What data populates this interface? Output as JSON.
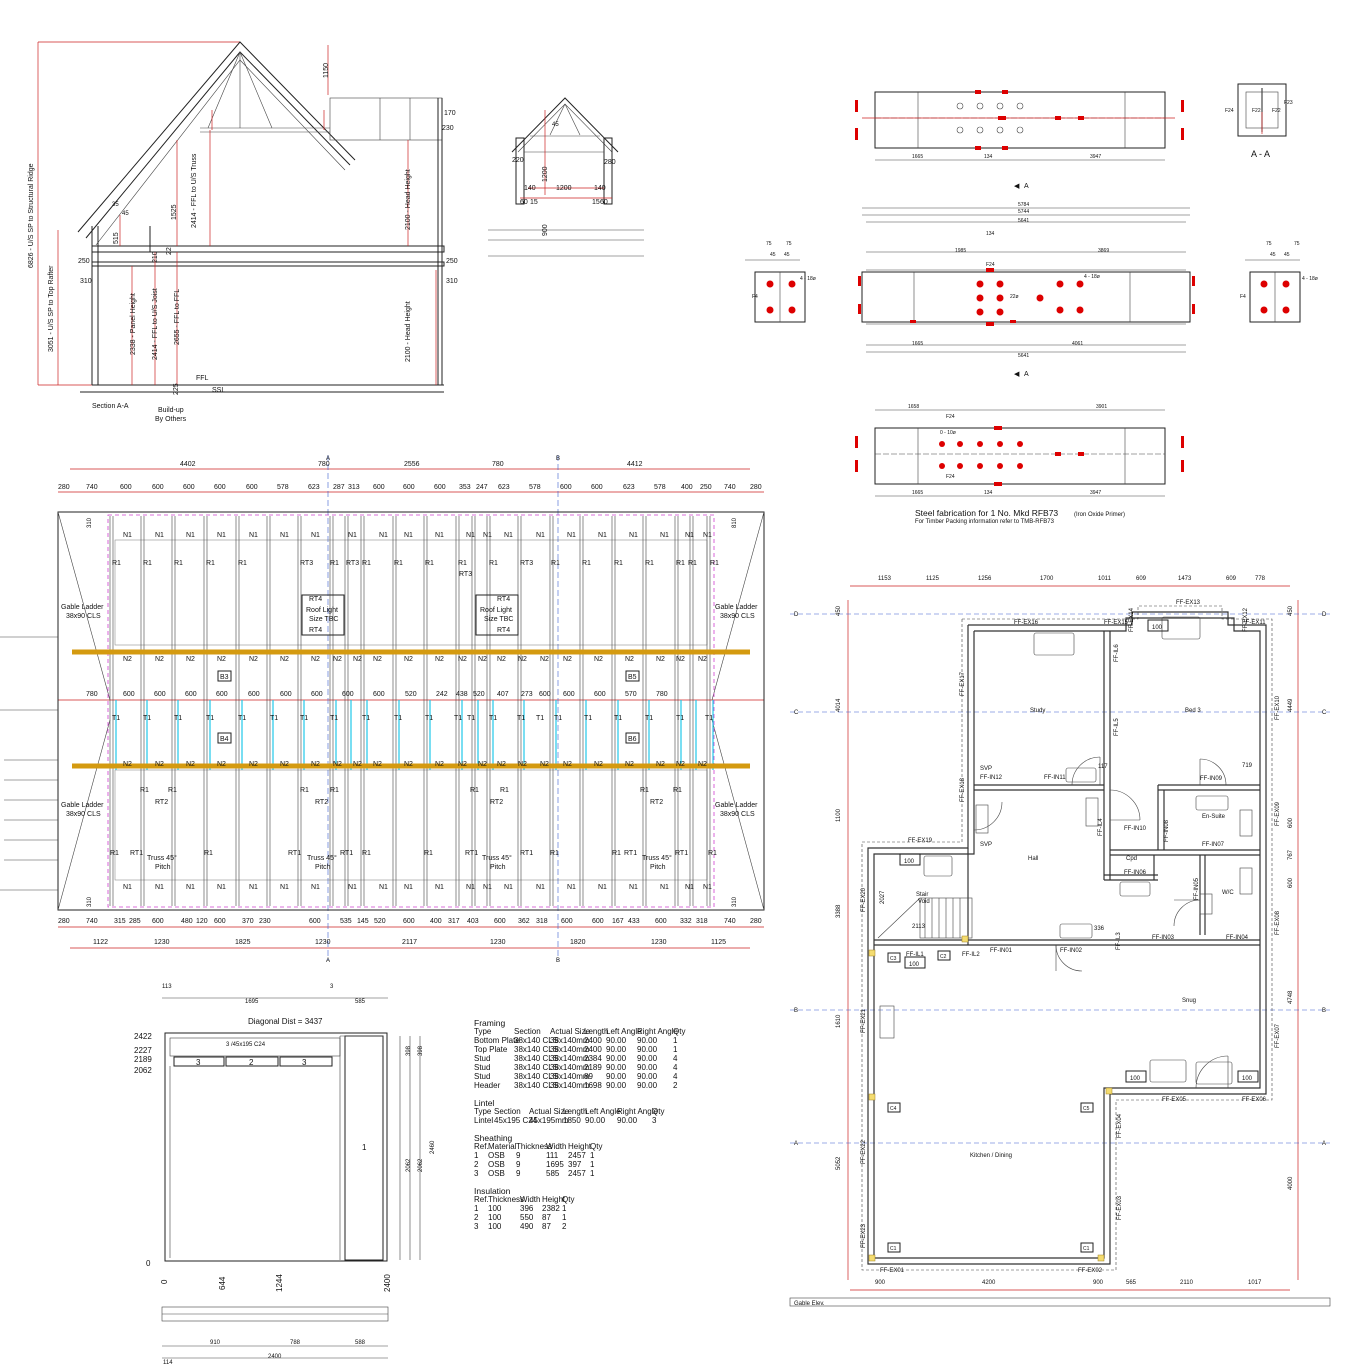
{
  "section": {
    "title": "Section A-A",
    "buildup": [
      "Build-up",
      "By Others"
    ],
    "ffl": "FFL",
    "ssl": "SSL",
    "dims": {
      "ridge": "6826 - U/S SP to Structural Ridge",
      "rafter": "3051 - U/S SP to Top Rafter",
      "panel": "2338 - Panel Height",
      "ffl_joist": "2414 - FFL to U/S Joist",
      "ffl_ffl": "2655 - FFL to FFL",
      "ffl_truss": "2414 - FFL to U/S Truss",
      "head1": "2100 - Head Height",
      "head2": "2100 - Head Height",
      "d1150": "1150",
      "d1525": "1525",
      "d515": "515",
      "d250a": "250",
      "d310a": "310",
      "d210": "210",
      "d22": "22",
      "d225": "225",
      "d170": "170",
      "d230": "230",
      "d250b": "250",
      "d310b": "310",
      "ang1": "35",
      "ang2": "45"
    }
  },
  "dormer": {
    "d220": "220",
    "d280": "280",
    "d1200": "1200",
    "d1200v": "1200",
    "d140a": "140",
    "d140b": "140",
    "d60a": "60",
    "d15a": "15",
    "d15b": "15",
    "d60b": "60",
    "d900": "900",
    "ang": "45"
  },
  "steel": {
    "title": "Steel fabrication for 1 No. Mkd RFB73",
    "primer": "(Iron Oxide Primer)",
    "note": "For Timber Packing information refer to TMB-RFB73",
    "aa": "A - A",
    "arrow_a": "A",
    "top_dims": [
      "1665",
      "134",
      "3947"
    ],
    "mid_dims_top": [
      "5784",
      "5744",
      "5641",
      "1985",
      "134",
      "3869"
    ],
    "mid_dims_bot": [
      "1665",
      "5641",
      "4061"
    ],
    "bot_dims_top": [
      "1658",
      "3901"
    ],
    "bot_dims_bot": [
      "1665",
      "134",
      "3947"
    ],
    "labels": [
      "F24",
      "F22",
      "F4",
      "22ø",
      "4 - 18ø",
      "0 - 10ø",
      "F23",
      "F4",
      "F4"
    ],
    "side_dims": [
      "75",
      "75",
      "45",
      "45"
    ]
  },
  "roof_plan": {
    "top_main": [
      "4402",
      "780",
      "2556",
      "780",
      "4412"
    ],
    "top_sub": [
      "280",
      "740",
      "600",
      "600",
      "600",
      "600",
      "600",
      "578",
      "623",
      "287",
      "313",
      "600",
      "600",
      "600",
      "353",
      "247",
      "623",
      "578",
      "600",
      "600",
      "623",
      "578",
      "400",
      "250",
      "740",
      "280"
    ],
    "mid_row": [
      "780",
      "600",
      "600",
      "600",
      "600",
      "600",
      "600",
      "600",
      "600",
      "600",
      "520",
      "242",
      "438",
      "520",
      "407",
      "273",
      "600",
      "600",
      "600",
      "570",
      "780"
    ],
    "bot_sub": [
      "280",
      "740",
      "315",
      "285",
      "600",
      "480",
      "120",
      "600",
      "370",
      "230",
      "600",
      "535",
      "145",
      "520",
      "600",
      "400",
      "317",
      "403",
      "600",
      "362",
      "318",
      "600",
      "600",
      "167",
      "433",
      "600",
      "332",
      "318",
      "740",
      "280"
    ],
    "bot_main": [
      "1122",
      "1230",
      "1825",
      "1230",
      "2117",
      "1230",
      "1820",
      "1230",
      "1125"
    ],
    "gable": [
      "Gable Ladder",
      "38x90 CLS"
    ],
    "roof_light": [
      "Roof Light",
      "Size TBC"
    ],
    "truss": [
      "Truss 45°",
      "Pitch"
    ],
    "beams": [
      "B3",
      "B4",
      "B5",
      "B6"
    ],
    "grid": [
      "A",
      "B"
    ],
    "side": [
      "310",
      "810",
      "310",
      "310"
    ],
    "tags": {
      "n1": "N1",
      "n2": "N2",
      "r1": "R1",
      "rt1": "RT1",
      "rt2": "RT2",
      "rt3": "RT3",
      "rt4": "RT4",
      "t1": "T1",
      "r2": "RT2"
    }
  },
  "panel": {
    "top": [
      "113",
      "3",
      "1695",
      "585"
    ],
    "diag": "Diagonal Dist = 3437",
    "lintel": "3 /45x195 C24",
    "left_dims": [
      "2422",
      "2227",
      "2189",
      "2062",
      "0"
    ],
    "right_dims": [
      "398",
      "398",
      "2062",
      "2062",
      "2460"
    ],
    "sheets": [
      "3",
      "2",
      "3",
      "1"
    ],
    "bottom": [
      "0",
      "644",
      "1244",
      "2400"
    ],
    "bot2": [
      "910",
      "788",
      "588",
      "2400",
      "114"
    ]
  },
  "schedule": {
    "framing_title": "Framing",
    "framing_head": [
      "Type",
      "Section",
      "Actual Size",
      "Length",
      "Left Angle",
      "Right Angle",
      "Qty"
    ],
    "framing_rows": [
      [
        "Bottom Plate",
        "38x140 CLS",
        "38x140mm",
        "2400",
        "90.00",
        "90.00",
        "1"
      ],
      [
        "Top Plate",
        "38x140 CLS",
        "38x140mm",
        "2400",
        "90.00",
        "90.00",
        "1"
      ],
      [
        "Stud",
        "38x140 CLS",
        "38x140mm",
        "2384",
        "90.00",
        "90.00",
        "4"
      ],
      [
        "Stud",
        "38x140 CLS",
        "38x140mm",
        "2189",
        "90.00",
        "90.00",
        "4"
      ],
      [
        "Stud",
        "38x140 CLS",
        "38x140mm",
        "89",
        "90.00",
        "90.00",
        "4"
      ],
      [
        "Header",
        "38x140 CLS",
        "38x140mm",
        "1698",
        "90.00",
        "90.00",
        "2"
      ]
    ],
    "lintel_title": "Lintel",
    "lintel_head": [
      "Type",
      "Section",
      "Actual Size",
      "Length",
      "Left Angle",
      "Right Angle",
      "Qty"
    ],
    "lintel_rows": [
      [
        "Lintel",
        "45x195 C24",
        "45x195mm",
        "1850",
        "90.00",
        "90.00",
        "3"
      ]
    ],
    "sheathing_title": "Sheathing",
    "sheathing_head": [
      "Ref.",
      "Material",
      "Thickness",
      "Width",
      "Height",
      "Qty"
    ],
    "sheathing_rows": [
      [
        "1",
        "OSB",
        "9",
        "111",
        "2457",
        "1"
      ],
      [
        "2",
        "OSB",
        "9",
        "1695",
        "397",
        "1"
      ],
      [
        "3",
        "OSB",
        "9",
        "585",
        "2457",
        "1"
      ]
    ],
    "insulation_title": "Insulation",
    "insulation_head": [
      "Ref.",
      "Thickness",
      "Width",
      "Height",
      "Qty"
    ],
    "insulation_rows": [
      [
        "1",
        "100",
        "396",
        "2382",
        "1"
      ],
      [
        "2",
        "100",
        "550",
        "87",
        "1"
      ],
      [
        "3",
        "100",
        "490",
        "87",
        "2"
      ]
    ]
  },
  "floor_plan": {
    "top_dims": [
      "1153",
      "1125",
      "1256",
      "1700",
      "1011",
      "609",
      "1473",
      "609",
      "778"
    ],
    "bot_dims": [
      "900",
      "4200",
      "900",
      "565",
      "2110",
      "1017"
    ],
    "left_dims": [
      "450",
      "4014",
      "1100",
      "3388",
      "1610",
      "5052"
    ],
    "right_dims": [
      "450",
      "4449",
      "600",
      "767",
      "600",
      "4748",
      "4000"
    ],
    "grid": [
      "D",
      "C",
      "B",
      "A"
    ],
    "rooms": [
      "Study",
      "Bed 3",
      "En-Suite",
      "Hall",
      "Cpd",
      "W/C",
      "Snug",
      "Kitchen / Dining",
      "SVP",
      "SVP",
      "Stair",
      "Void"
    ],
    "walls": [
      "FF-EX16",
      "FF-EX15",
      "FF-EX14",
      "FF-EX13",
      "FF-EX12",
      "FF-EX11",
      "FF-EX10",
      "FF-EX09",
      "FF-EX08",
      "FF-EX07",
      "FF-EX06",
      "FF-EX05",
      "FF-EX04",
      "FF-EX03",
      "FF-EX02",
      "FF-EX01",
      "FF-EX23",
      "FF-EX22",
      "FF-EX21",
      "FF-EX20",
      "FF-EX19",
      "FF-EX18",
      "FF-EX17",
      "FF-IL6",
      "FF-IL5",
      "FF-IN12",
      "FF-IN11",
      "FF-IN10",
      "FF-IN09",
      "FF-IN08",
      "FF-IN07",
      "FF-IN06",
      "FF-IN05",
      "FF-IN04",
      "FF-IN03",
      "FF-IN02",
      "FF-IN01",
      "FF-IL1",
      "FF-IL2",
      "FF-IL3",
      "FF-IL4"
    ],
    "cols": [
      "C1",
      "C1",
      "C2",
      "C3",
      "C4",
      "C5"
    ],
    "tags100": "100",
    "misc": [
      "719",
      "2113",
      "2027",
      "336",
      "117"
    ],
    "gable_elev": "Gable Elev."
  }
}
